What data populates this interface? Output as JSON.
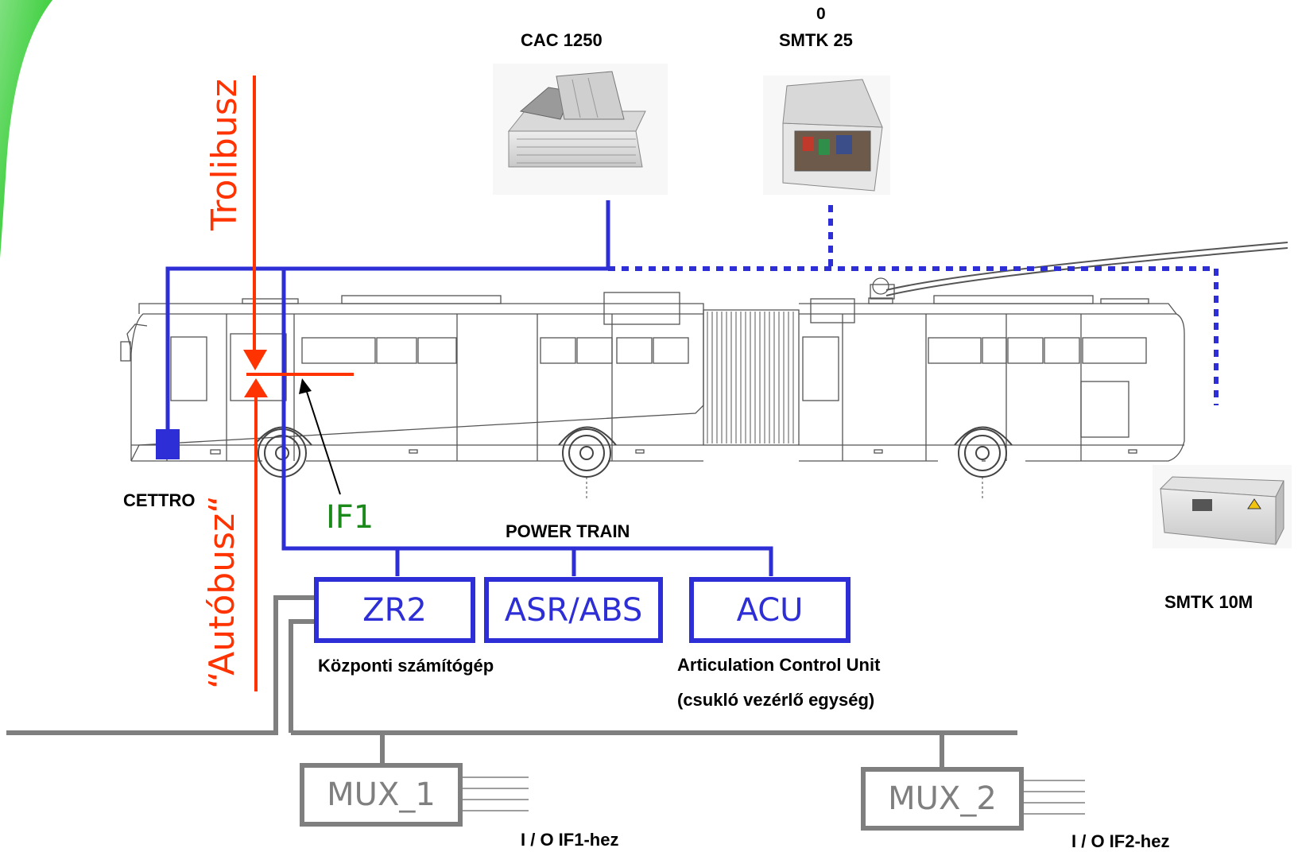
{
  "labels": {
    "cac": "CAC 1250",
    "smtk25_top": "0",
    "smtk25": "SMTK 25",
    "smtk10m": "SMTK 10M",
    "cettro": "CETTRO",
    "if1": "IF1",
    "power_train": "POWER TRAIN",
    "trolibusz": "Trolibusz",
    "autobusz": "“Autóbusz“",
    "zr2_desc": "Központi számítógép",
    "acu_desc_1": "Articulation Control Unit",
    "acu_desc_2": "(csukló vezérlő egység)",
    "io_if1": "I / O IF1-hez",
    "io_if2": "I / O IF2-hez"
  },
  "boxes": {
    "zr2": "ZR2",
    "asr_abs": "ASR/ABS",
    "acu": "ACU",
    "mux1": "MUX_1",
    "mux2": "MUX_2"
  },
  "colors": {
    "bus_line": "#2e2ed6",
    "red_line": "#ff3300",
    "gray_line": "#7f7f7f",
    "green_corner": "#33cc33",
    "if1_green": "#1b8a1b"
  }
}
